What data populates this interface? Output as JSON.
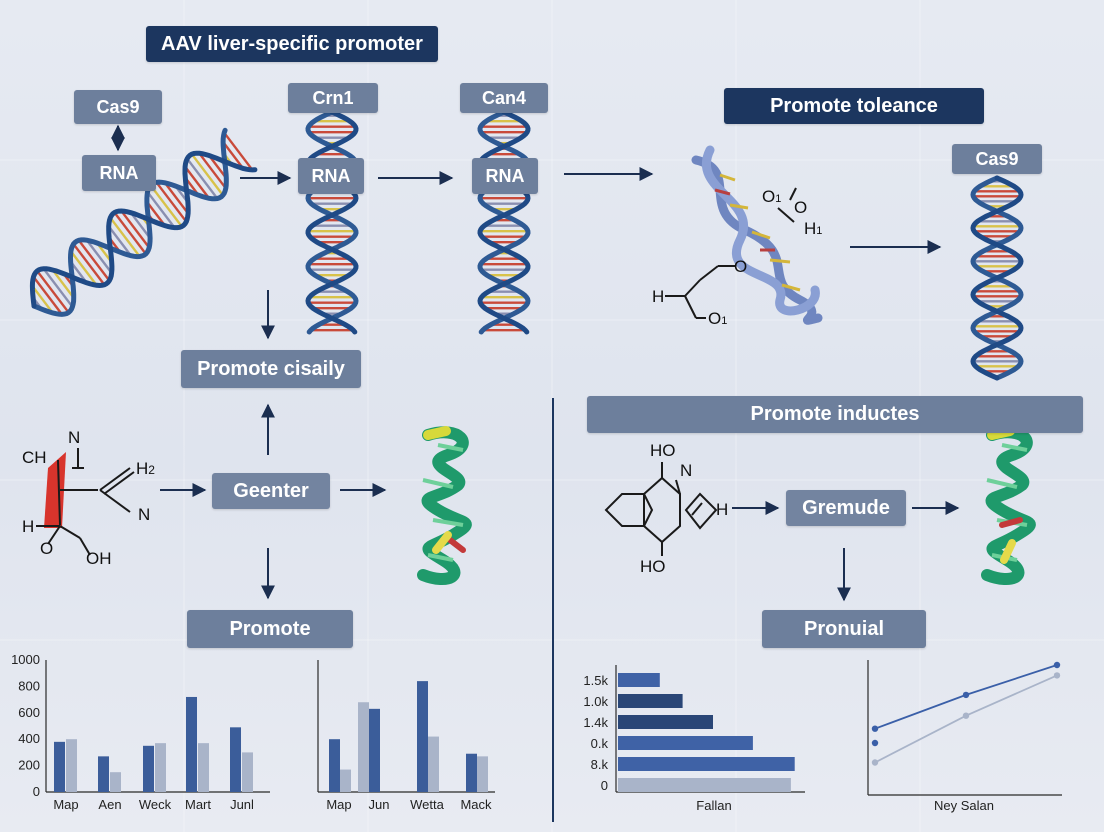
{
  "labels": {
    "title": "AAV liver-specific promoter",
    "cas9_top": "Cas9",
    "rna_left": "RNA",
    "crn1": "Crn1",
    "rna_mid": "RNA",
    "can4": "Can4",
    "rna_right": "RNA",
    "promote_toleance": "Promote toleance",
    "cas9_right": "Cas9",
    "promote_cisaily": "Promote cisaily",
    "geenter": "Geenter",
    "promote": "Promote",
    "promote_inductes": "Promote inductes",
    "gremude": "Gremude",
    "pronuial": "Pronuial"
  },
  "chemistry": {
    "left_molecule": {
      "ch": "CH",
      "n_top": "N",
      "h2": "H",
      "h2_sub": "2",
      "n_right": "N",
      "h_left": "H",
      "o": "O",
      "oh": "OH"
    },
    "mid_molecule": {
      "o1": "O",
      "o1_sub": "1",
      "o_top": "O",
      "h1": "H",
      "h1_sub": "1",
      "o_ring": "O",
      "h": "H",
      "o_bottom": "O",
      "o_bottom_sub": "1"
    },
    "right_molecule": {
      "ho_top": "HO",
      "n": "N",
      "h": "H",
      "ho_bottom": "HO"
    }
  },
  "colors": {
    "dark_label": "#1c365f",
    "mid_label": "#6d7f9c",
    "dna_blue": "#2e5a94",
    "helix_periwinkle": "#7b90c8",
    "protein_green": "#1f9a6b",
    "arrow": "#1b2e50",
    "bar_dark": "#3b5d9a",
    "bar_light": "#a9b4c9"
  },
  "chart_data": [
    {
      "type": "bar",
      "categories": [
        "Map",
        "Aen",
        "Weck",
        "Mart",
        "Junl"
      ],
      "series": [
        {
          "values": [
            380,
            270,
            350,
            720,
            490
          ]
        },
        {
          "values": [
            400,
            150,
            370,
            370,
            300
          ]
        }
      ],
      "ylim": [
        0,
        1000
      ],
      "yticks": [
        "0",
        "200",
        "400",
        "600",
        "800",
        "1000"
      ]
    },
    {
      "type": "bar",
      "categories": [
        "Map",
        "Jun",
        "Wetta",
        "Mack"
      ],
      "series": [
        {
          "values": [
            400,
            630,
            840,
            290
          ]
        },
        {
          "values": [
            170,
            680,
            420,
            270
          ]
        }
      ],
      "ylim": [
        0,
        1000
      ]
    },
    {
      "type": "bar",
      "orientation": "horizontal",
      "categories": [
        "1.5k",
        "1.0k",
        "1.4k",
        "0.k",
        "8.k",
        "0"
      ],
      "values": [
        0.22,
        0.34,
        0.5,
        0.71,
        0.93,
        0.91
      ],
      "xlabel": "Fallan"
    },
    {
      "type": "line",
      "x": [
        0,
        1,
        2
      ],
      "series": [
        {
          "values": [
            0.51,
            0.77,
            1.0
          ]
        },
        {
          "values": [
            0.25,
            0.61,
            0.92
          ]
        }
      ],
      "extra_point": {
        "x": 0,
        "value": 0.4
      },
      "xlabel": "Ney Salan"
    }
  ]
}
